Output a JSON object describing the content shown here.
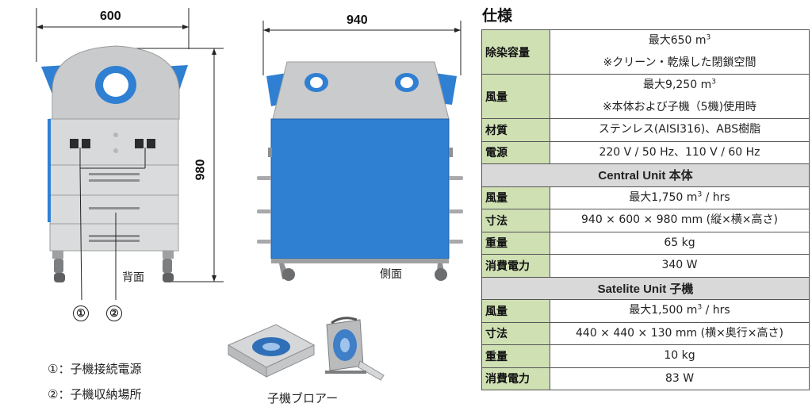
{
  "dims": {
    "width_back": "600",
    "width_side": "940",
    "height": "980"
  },
  "captions": {
    "back": "背面",
    "side": "側面",
    "blower": "子機ブロアー"
  },
  "markers": [
    "①",
    "②"
  ],
  "legend": [
    "①：子機接続電源",
    "②：子機収納場所"
  ],
  "spec": {
    "title": "仕様",
    "rows": [
      {
        "label": "除染容量",
        "lines": [
          {
            "pre": "最大650 m",
            "sup": "3",
            "post": ""
          },
          {
            "pre": "※クリーン・乾燥した閉鎖空間",
            "sup": "",
            "post": ""
          }
        ]
      },
      {
        "label": "風量",
        "lines": [
          {
            "pre": "最大9,250 m",
            "sup": "3",
            "post": ""
          },
          {
            "pre": "※本体および子機（5機)使用時",
            "sup": "",
            "post": ""
          }
        ]
      },
      {
        "label": "材質",
        "lines": [
          {
            "pre": "ステンレス(AISI316)、ABS樹脂",
            "sup": "",
            "post": ""
          }
        ]
      },
      {
        "label": "電源",
        "lines": [
          {
            "pre": "220 V / 50 Hz、110 V / 60 Hz",
            "sup": "",
            "post": ""
          }
        ]
      },
      {
        "section": "Central Unit 本体"
      },
      {
        "label": "風量",
        "lines": [
          {
            "pre": "最大1,750 m",
            "sup": "3",
            "post": " / hrs"
          }
        ]
      },
      {
        "label": "寸法",
        "lines": [
          {
            "pre": "940 × 600 × 980 mm (縦×横×高さ)",
            "sup": "",
            "post": ""
          }
        ]
      },
      {
        "label": "重量",
        "lines": [
          {
            "pre": "65 kg",
            "sup": "",
            "post": ""
          }
        ]
      },
      {
        "label": "消費電力",
        "lines": [
          {
            "pre": "340 W",
            "sup": "",
            "post": ""
          }
        ]
      },
      {
        "section": "Satelite Unit 子機"
      },
      {
        "label": "風量",
        "lines": [
          {
            "pre": "最大1,500 m",
            "sup": "3",
            "post": " / hrs"
          }
        ]
      },
      {
        "label": "寸法",
        "lines": [
          {
            "pre": "440 × 440 × 130 mm (横×奥行×高さ)",
            "sup": "",
            "post": ""
          }
        ]
      },
      {
        "label": "重量",
        "lines": [
          {
            "pre": "10 kg",
            "sup": "",
            "post": ""
          }
        ]
      },
      {
        "label": "消費電力",
        "lines": [
          {
            "pre": "83 W",
            "sup": "",
            "post": ""
          }
        ]
      }
    ]
  }
}
